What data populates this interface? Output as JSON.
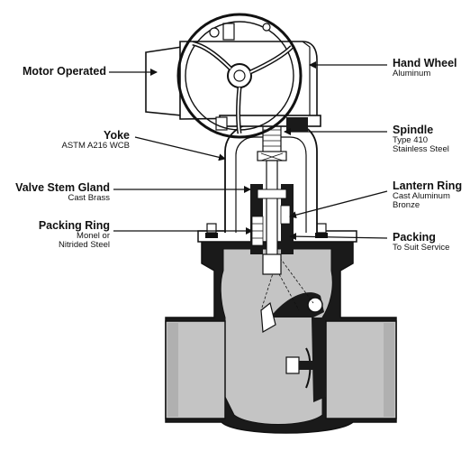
{
  "diagram": {
    "callouts": {
      "motor_operated": {
        "title": "Motor Operated"
      },
      "yoke": {
        "title": "Yoke",
        "sub": "ASTM A216 WCB"
      },
      "valve_stem_gland": {
        "title": "Valve Stem Gland",
        "sub": "Cast Brass"
      },
      "packing_ring": {
        "title": "Packing Ring",
        "sub1": "Monel or",
        "sub2": "Nitrided Steel"
      },
      "hand_wheel": {
        "title": "Hand Wheel",
        "sub": "Aluminum"
      },
      "spindle": {
        "title": "Spindle",
        "sub1": "Type 410",
        "sub2": "Stainless Steel"
      },
      "lantern_ring": {
        "title": "Lantern Ring",
        "sub1": "Cast Aluminum",
        "sub2": "Bronze"
      },
      "packing": {
        "title": "Packing",
        "sub": "To Suit Service"
      }
    },
    "colors": {
      "line": "#111111",
      "body_fill": "#c4c4c4",
      "dark_fill": "#1a1a1a",
      "paper": "#ffffff"
    }
  }
}
